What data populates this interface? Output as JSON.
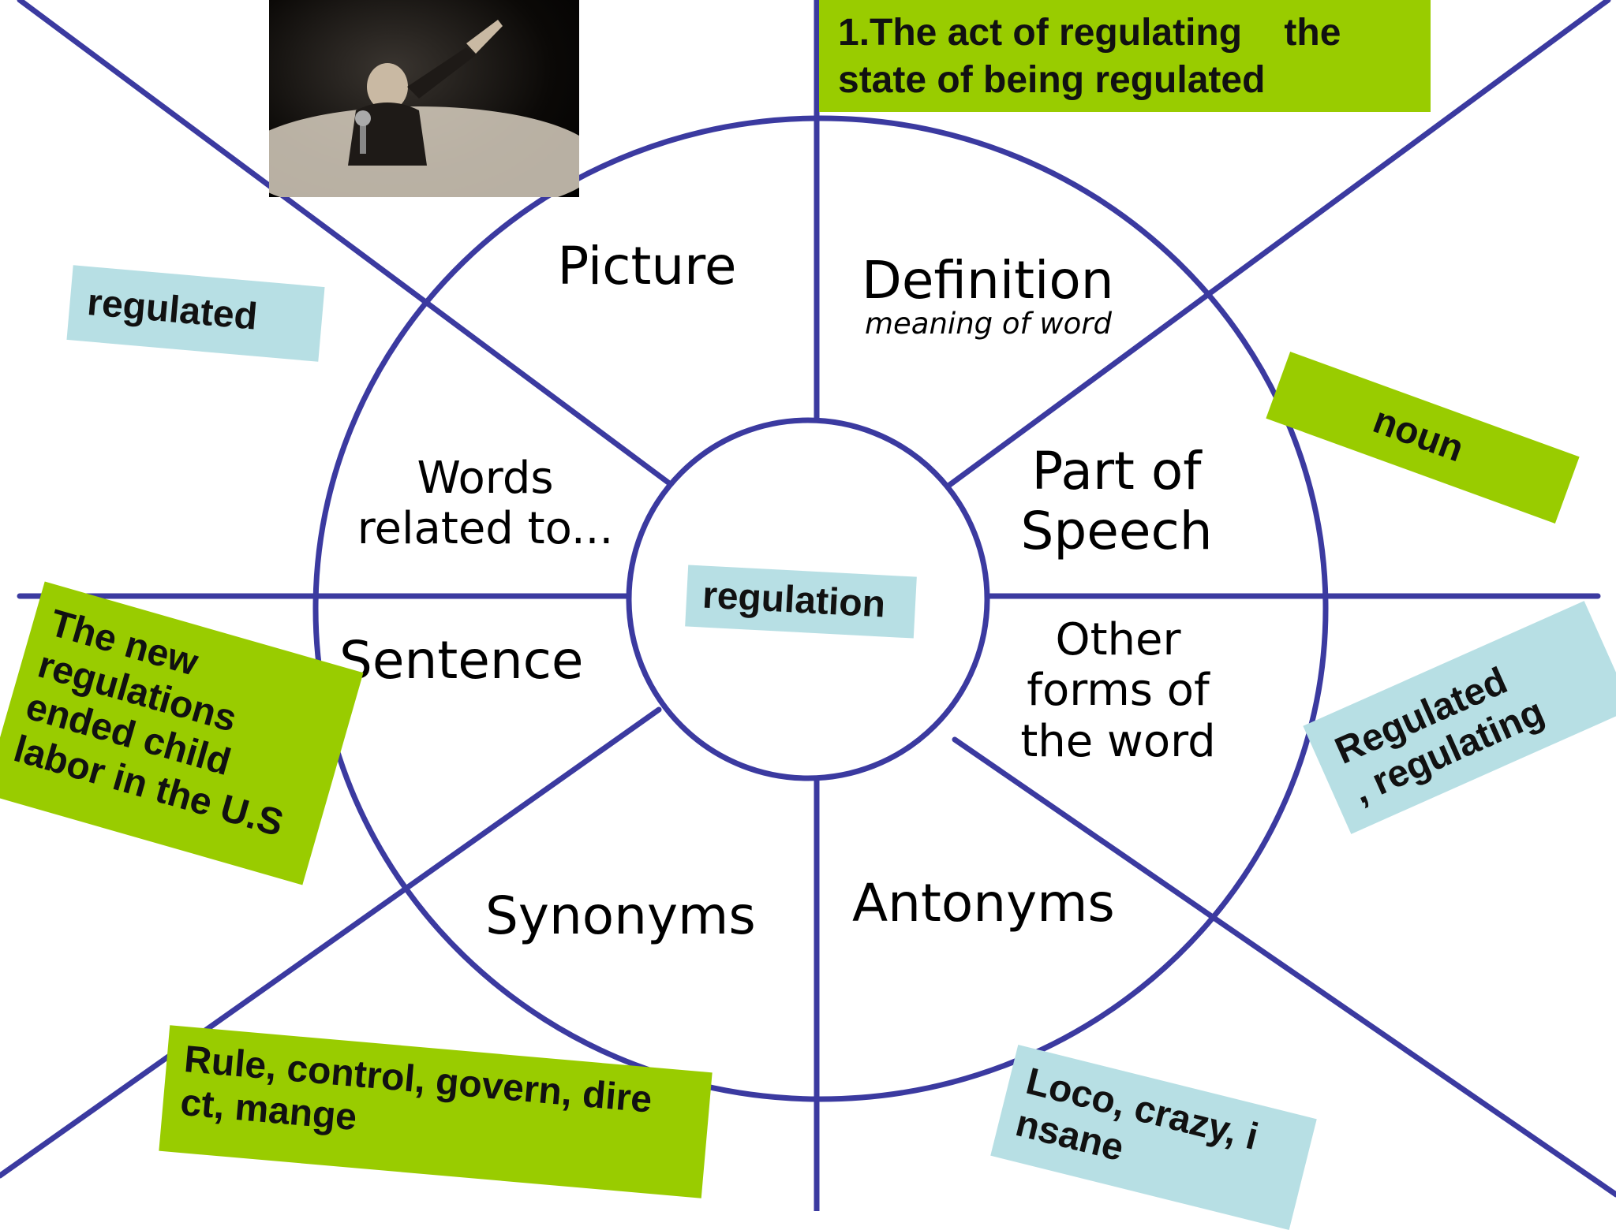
{
  "colors": {
    "line": "#3b3aa0",
    "green": "#99cc00",
    "blue": "#b7dfe4"
  },
  "sections": {
    "picture": "Picture",
    "definition": "Definition",
    "definition_sub": "meaning of word",
    "part_of_speech": [
      "Part of",
      "Speech"
    ],
    "other_forms": [
      "Other",
      "forms of",
      "the word"
    ],
    "words_related": [
      "Words",
      "related to..."
    ],
    "sentence": "Sentence",
    "synonyms": "Synonyms",
    "antonyms": "Antonyms"
  },
  "center_word": "regulation",
  "notes": {
    "definition": [
      "1.The act of regulating    the",
      "state of being regulated"
    ],
    "related_word": "regulated",
    "part_of_speech": "noun",
    "other_forms": [
      "Regulated",
      ", regulating"
    ],
    "sentence": [
      "The new",
      "regulations",
      "ended child",
      "labor in the U.S"
    ],
    "synonyms": [
      "Rule, control, govern, dire",
      "ct, mange"
    ],
    "antonyms": [
      "Loco, crazy, i",
      "nsane"
    ]
  },
  "picture": {
    "icon": "speaker-at-podium-photo"
  }
}
